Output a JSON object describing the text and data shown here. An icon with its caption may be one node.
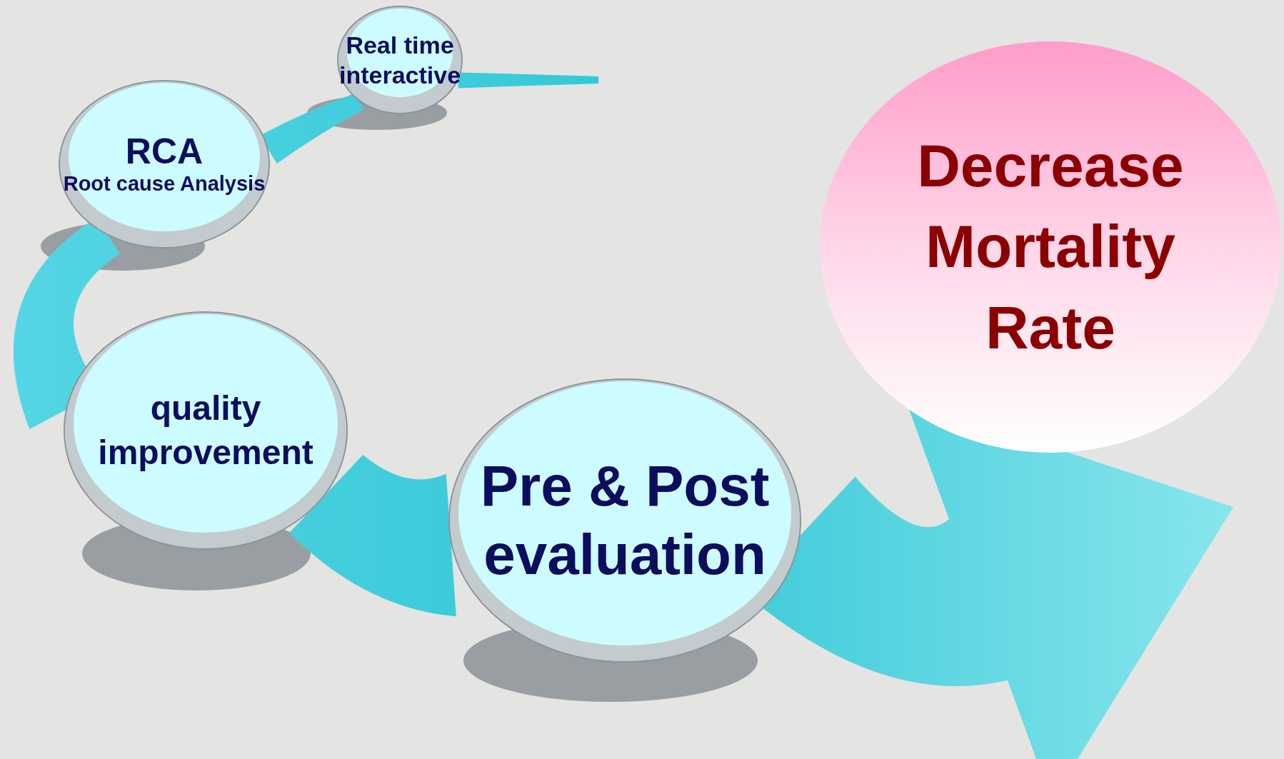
{
  "diagram": {
    "nodes": [
      {
        "text": [
          "Real time interactive"
        ]
      },
      {
        "text": [
          "RCA",
          "Root cause Analysis"
        ]
      },
      {
        "text": [
          "quality improvement"
        ]
      },
      {
        "text": [
          "Pre & Post evaluation"
        ]
      },
      {
        "text": [
          "Decrease Mortality Rate"
        ]
      }
    ],
    "edges": [
      {
        "from": null,
        "to": 0,
        "arrow": "none"
      },
      {
        "from": 0,
        "to": 1,
        "arrow": "none"
      },
      {
        "from": 1,
        "to": 2,
        "arrow": "none"
      },
      {
        "from": 2,
        "to": 3,
        "arrow": "none"
      },
      {
        "from": 3,
        "to": null,
        "arrow": "to"
      }
    ]
  }
}
